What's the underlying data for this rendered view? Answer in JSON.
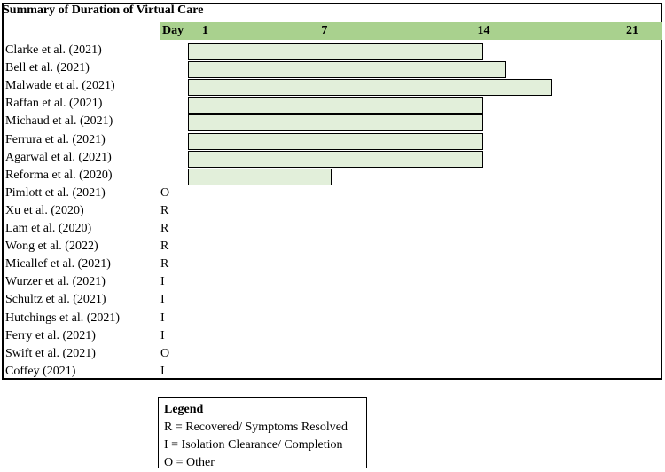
{
  "chart_data": {
    "type": "bar",
    "orientation": "horizontal",
    "title": "Summary of Duration of Virtual Care",
    "header_label": "Day",
    "xticks": [
      1,
      7,
      14,
      21
    ],
    "xlim": [
      1,
      21
    ],
    "rows": [
      {
        "label": "Clarke et al. (2021)",
        "start": 1,
        "end": 14
      },
      {
        "label": "Bell et al. (2021)",
        "start": 1,
        "end": 15
      },
      {
        "label": "Malwade et al. (2021)",
        "start": 1,
        "end": 17
      },
      {
        "label": "Raffan et al. (2021)",
        "start": 1,
        "end": 14
      },
      {
        "label": "Michaud et al. (2021)",
        "start": 1,
        "end": 14
      },
      {
        "label": "Ferrura et al. (2021)",
        "start": 1,
        "end": 14
      },
      {
        "label": "Agarwal et al. (2021)",
        "start": 1,
        "end": 14
      },
      {
        "label": "Reforma et al. (2020)",
        "start": 1,
        "end": 7.3
      },
      {
        "label": "Pimlott et al. (2021)",
        "outcome": "O"
      },
      {
        "label": "Xu et al. (2020)",
        "outcome": "R"
      },
      {
        "label": "Lam et al. (2020)",
        "outcome": "R"
      },
      {
        "label": "Wong et al. (2022)",
        "outcome": "R"
      },
      {
        "label": "Micallef et al. (2021)",
        "outcome": "R"
      },
      {
        "label": "Wurzer et al. (2021)",
        "outcome": "I"
      },
      {
        "label": "Schultz et al. (2021)",
        "outcome": "I"
      },
      {
        "label": "Hutchings et al. (2021)",
        "outcome": "I"
      },
      {
        "label": "Ferry et al. (2021)",
        "outcome": "I"
      },
      {
        "label": "Swift et al. (2021)",
        "outcome": "O"
      },
      {
        "label": "Coffey (2021)",
        "outcome": "I"
      }
    ],
    "colors": {
      "header": "#a9d18e",
      "bar": "#e2efda",
      "bar_border": "#000000"
    }
  },
  "legend": {
    "title": "Legend",
    "items": [
      "R = Recovered/ Symptoms Resolved",
      "I = Isolation Clearance/ Completion",
      "O = Other"
    ]
  }
}
